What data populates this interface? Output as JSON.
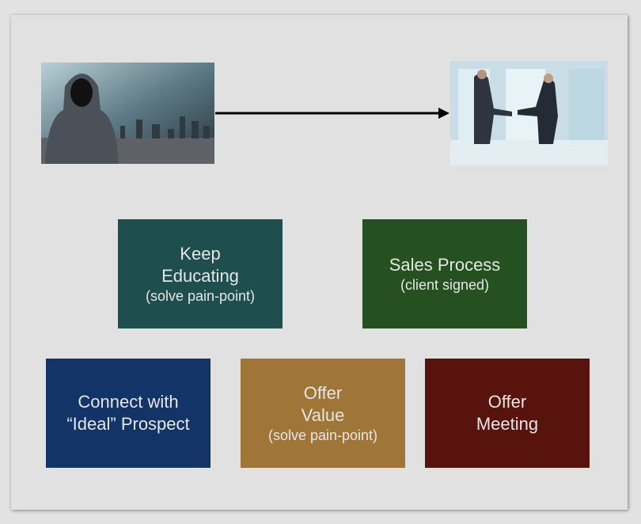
{
  "images": {
    "left": {
      "icon": "hooded-figure-city-image"
    },
    "right": {
      "icon": "business-handshake-image"
    }
  },
  "boxes": {
    "keep_educating": {
      "line1": "Keep",
      "line2": "Educating",
      "sub": "(solve pain-point)",
      "color": "#1f4e4e"
    },
    "sales_process": {
      "line1": "Sales Process",
      "sub": "(client signed)",
      "color": "#24511f"
    },
    "connect": {
      "line1": "Connect with",
      "line2": "“Ideal” Prospect",
      "color": "#123466"
    },
    "offer_value": {
      "line1": "Offer",
      "line2": "Value",
      "sub": "(solve pain-point)",
      "color": "#9f7538"
    },
    "offer_meeting": {
      "line1": "Offer",
      "line2": "Meeting",
      "color": "#59130d"
    }
  }
}
